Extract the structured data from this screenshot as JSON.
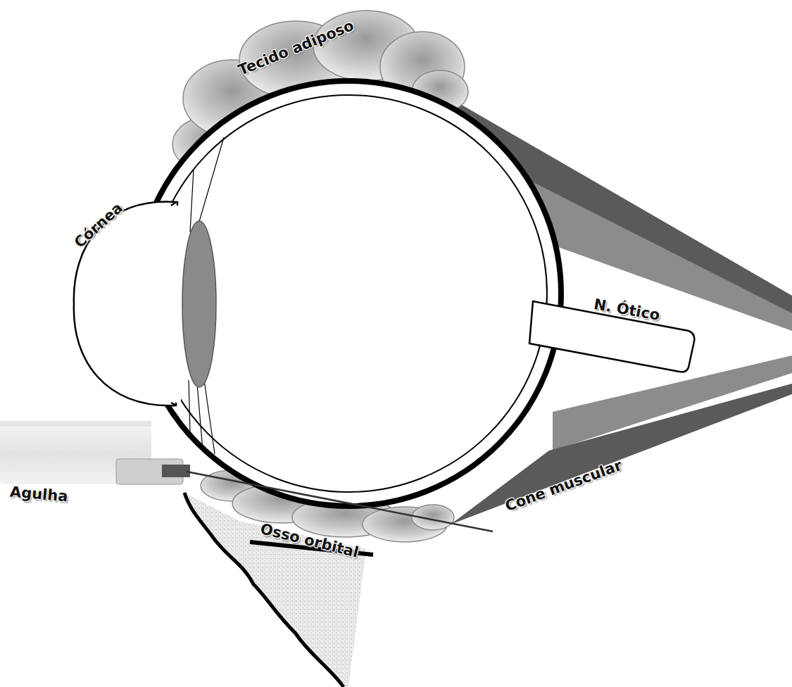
{
  "diagram": {
    "labels": [
      "Tecido adiposo",
      "Córnea",
      "N. Ótico",
      "Agulha",
      "Cone muscular",
      "Osso orbital"
    ]
  }
}
